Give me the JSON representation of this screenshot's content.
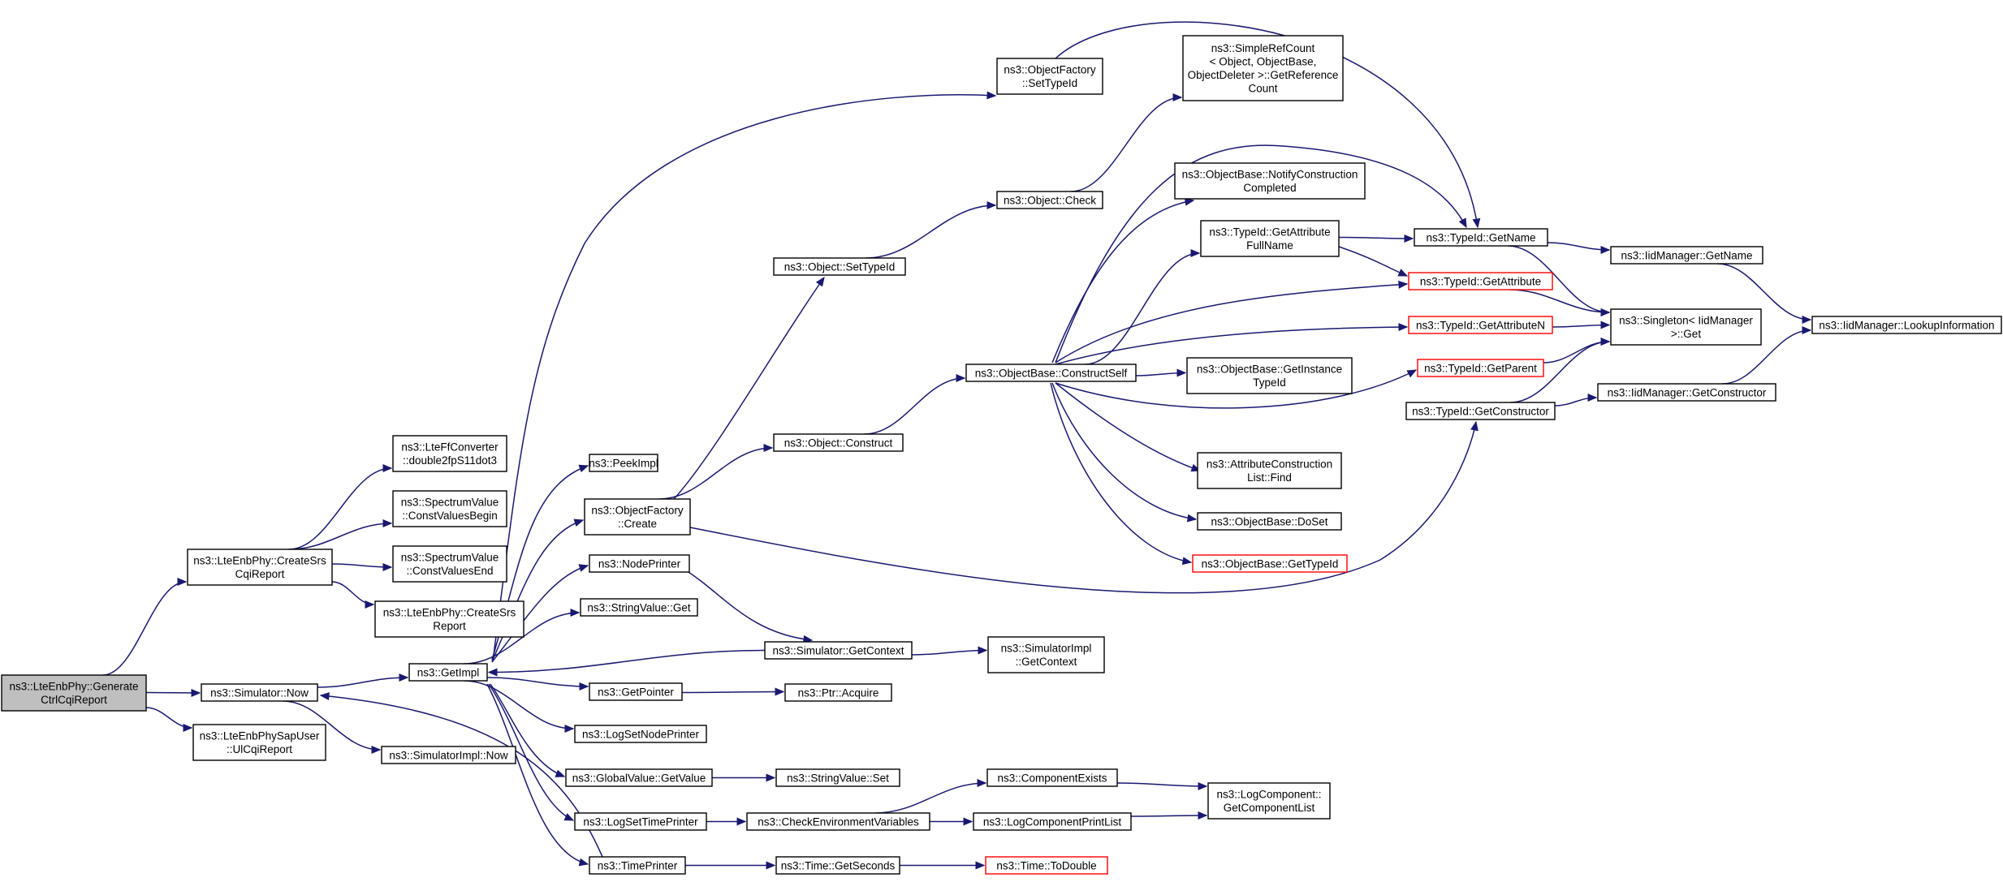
{
  "graph": {
    "nodes": {
      "generate": {
        "lines": [
          "ns3::LteEnbPhy::Generate",
          "CtrlCqiReport"
        ],
        "root": true
      },
      "createSrsCqi": {
        "lines": [
          "ns3::LteEnbPhy::CreateSrs",
          "CqiReport"
        ]
      },
      "simNow": {
        "lines": [
          "ns3::Simulator::Now"
        ]
      },
      "ulCqi": {
        "lines": [
          "ns3::LteEnbPhySapUser",
          "::UlCqiReport"
        ]
      },
      "double2fp": {
        "lines": [
          "ns3::LteFfConverter",
          "::double2fpS11dot3"
        ]
      },
      "cvBegin": {
        "lines": [
          "ns3::SpectrumValue",
          "::ConstValuesBegin"
        ]
      },
      "cvEnd": {
        "lines": [
          "ns3::SpectrumValue",
          "::ConstValuesEnd"
        ]
      },
      "createSrsReport": {
        "lines": [
          "ns3::LteEnbPhy::CreateSrs",
          "Report"
        ]
      },
      "getImpl": {
        "lines": [
          "ns3::GetImpl"
        ]
      },
      "simImplNow": {
        "lines": [
          "ns3::SimulatorImpl::Now"
        ]
      },
      "peekImpl": {
        "lines": [
          "ns3::PeekImpl"
        ]
      },
      "ofCreate": {
        "lines": [
          "ns3::ObjectFactory",
          "::Create"
        ]
      },
      "nodePrinter": {
        "lines": [
          "ns3::NodePrinter"
        ]
      },
      "stringGet": {
        "lines": [
          "ns3::StringValue::Get"
        ]
      },
      "getPointer": {
        "lines": [
          "ns3::GetPointer"
        ]
      },
      "logSetNode": {
        "lines": [
          "ns3::LogSetNodePrinter"
        ]
      },
      "gvGet": {
        "lines": [
          "ns3::GlobalValue::GetValue"
        ]
      },
      "logSetTime": {
        "lines": [
          "ns3::LogSetTimePrinter"
        ]
      },
      "timePrinter": {
        "lines": [
          "ns3::TimePrinter"
        ]
      },
      "ofSetTypeId": {
        "lines": [
          "ns3::ObjectFactory",
          "::SetTypeId"
        ]
      },
      "objSetTypeId": {
        "lines": [
          "ns3::Object::SetTypeId"
        ]
      },
      "objConstruct": {
        "lines": [
          "ns3::Object::Construct"
        ]
      },
      "simGetContext": {
        "lines": [
          "ns3::Simulator::GetContext"
        ]
      },
      "ptrAcquire": {
        "lines": [
          "ns3::Ptr::Acquire"
        ]
      },
      "stringSet": {
        "lines": [
          "ns3::StringValue::Set"
        ]
      },
      "checkEnv": {
        "lines": [
          "ns3::CheckEnvironmentVariables"
        ]
      },
      "timeGetSeconds": {
        "lines": [
          "ns3::Time::GetSeconds"
        ]
      },
      "objCheck": {
        "lines": [
          "ns3::Object::Check"
        ]
      },
      "constructSelf": {
        "lines": [
          "ns3::ObjectBase::ConstructSelf"
        ]
      },
      "simImplGetContext": {
        "lines": [
          "ns3::SimulatorImpl",
          "::GetContext"
        ]
      },
      "compExists": {
        "lines": [
          "ns3::ComponentExists"
        ]
      },
      "logCompPrintList": {
        "lines": [
          "ns3::LogComponentPrintList"
        ]
      },
      "timeToDouble": {
        "lines": [
          "ns3::Time::ToDouble"
        ],
        "red": true
      },
      "simpleRefCount": {
        "lines": [
          "ns3::SimpleRefCount",
          "< Object, ObjectBase,",
          "ObjectDeleter >::GetReference",
          "Count"
        ]
      },
      "notifyConstruction": {
        "lines": [
          "ns3::ObjectBase::NotifyConstruction",
          "Completed"
        ]
      },
      "getAttrFullName": {
        "lines": [
          "ns3::TypeId::GetAttribute",
          "FullName"
        ]
      },
      "getInstanceTypeId": {
        "lines": [
          "ns3::ObjectBase::GetInstance",
          "TypeId"
        ]
      },
      "attrConstructionFind": {
        "lines": [
          "ns3::AttributeConstruction",
          "List::Find"
        ]
      },
      "doSet": {
        "lines": [
          "ns3::ObjectBase::DoSet"
        ]
      },
      "obGetTypeId": {
        "lines": [
          "ns3::ObjectBase::GetTypeId"
        ],
        "red": true
      },
      "logCompGetList": {
        "lines": [
          "ns3::LogComponent::",
          "GetComponentList"
        ]
      },
      "tidGetName": {
        "lines": [
          "ns3::TypeId::GetName"
        ]
      },
      "tidGetAttribute": {
        "lines": [
          "ns3::TypeId::GetAttribute"
        ],
        "red": true
      },
      "tidGetAttributeN": {
        "lines": [
          "ns3::TypeId::GetAttributeN"
        ],
        "red": true
      },
      "tidGetParent": {
        "lines": [
          "ns3::TypeId::GetParent"
        ],
        "red": true
      },
      "tidGetConstructor": {
        "lines": [
          "ns3::TypeId::GetConstructor"
        ]
      },
      "iidGetName": {
        "lines": [
          "ns3::IidManager::GetName"
        ]
      },
      "singletonGet": {
        "lines": [
          "ns3::Singleton< IidManager",
          ">::Get"
        ]
      },
      "iidGetConstructor": {
        "lines": [
          "ns3::IidManager::GetConstructor"
        ]
      },
      "iidLookup": {
        "lines": [
          "ns3::IidManager::LookupInformation"
        ]
      }
    },
    "edges": [
      [
        "generate",
        "createSrsCqi"
      ],
      [
        "generate",
        "simNow"
      ],
      [
        "generate",
        "ulCqi"
      ],
      [
        "createSrsCqi",
        "double2fp"
      ],
      [
        "createSrsCqi",
        "cvBegin"
      ],
      [
        "createSrsCqi",
        "cvEnd"
      ],
      [
        "createSrsCqi",
        "createSrsReport"
      ],
      [
        "simNow",
        "getImpl"
      ],
      [
        "simNow",
        "simImplNow"
      ],
      [
        "getImpl",
        "peekImpl"
      ],
      [
        "getImpl",
        "ofCreate"
      ],
      [
        "getImpl",
        "nodePrinter"
      ],
      [
        "getImpl",
        "stringGet"
      ],
      [
        "getImpl",
        "getPointer"
      ],
      [
        "getImpl",
        "logSetNode"
      ],
      [
        "getImpl",
        "gvGet"
      ],
      [
        "getImpl",
        "logSetTime"
      ],
      [
        "getImpl",
        "timePrinter"
      ],
      [
        "getImpl",
        "ofSetTypeId"
      ],
      [
        "simGetContext",
        "getImpl"
      ],
      [
        "timePrinter",
        "simNow"
      ],
      [
        "ofCreate",
        "objSetTypeId"
      ],
      [
        "ofCreate",
        "objConstruct"
      ],
      [
        "ofCreate",
        "tidGetConstructor"
      ],
      [
        "nodePrinter",
        "simGetContext"
      ],
      [
        "getPointer",
        "ptrAcquire"
      ],
      [
        "gvGet",
        "stringSet"
      ],
      [
        "logSetTime",
        "checkEnv"
      ],
      [
        "timePrinter",
        "timeGetSeconds"
      ],
      [
        "ofSetTypeId",
        "tidGetName"
      ],
      [
        "objSetTypeId",
        "objCheck"
      ],
      [
        "objConstruct",
        "constructSelf"
      ],
      [
        "simGetContext",
        "simImplGetContext"
      ],
      [
        "checkEnv",
        "compExists"
      ],
      [
        "checkEnv",
        "logCompPrintList"
      ],
      [
        "timeGetSeconds",
        "timeToDouble"
      ],
      [
        "objCheck",
        "simpleRefCount"
      ],
      [
        "constructSelf",
        "notifyConstruction"
      ],
      [
        "constructSelf",
        "getAttrFullName"
      ],
      [
        "constructSelf",
        "getInstanceTypeId"
      ],
      [
        "constructSelf",
        "attrConstructionFind"
      ],
      [
        "constructSelf",
        "doSet"
      ],
      [
        "constructSelf",
        "obGetTypeId"
      ],
      [
        "constructSelf",
        "tidGetName"
      ],
      [
        "constructSelf",
        "tidGetAttribute"
      ],
      [
        "constructSelf",
        "tidGetAttributeN"
      ],
      [
        "constructSelf",
        "tidGetParent"
      ],
      [
        "compExists",
        "logCompGetList"
      ],
      [
        "logCompPrintList",
        "logCompGetList"
      ],
      [
        "getAttrFullName",
        "tidGetName"
      ],
      [
        "getAttrFullName",
        "tidGetAttribute"
      ],
      [
        "tidGetName",
        "iidGetName"
      ],
      [
        "tidGetName",
        "singletonGet"
      ],
      [
        "tidGetAttribute",
        "singletonGet"
      ],
      [
        "tidGetAttributeN",
        "singletonGet"
      ],
      [
        "tidGetParent",
        "singletonGet"
      ],
      [
        "tidGetConstructor",
        "singletonGet"
      ],
      [
        "tidGetConstructor",
        "iidGetConstructor"
      ],
      [
        "iidGetName",
        "iidLookup"
      ],
      [
        "iidGetConstructor",
        "iidLookup"
      ]
    ]
  }
}
